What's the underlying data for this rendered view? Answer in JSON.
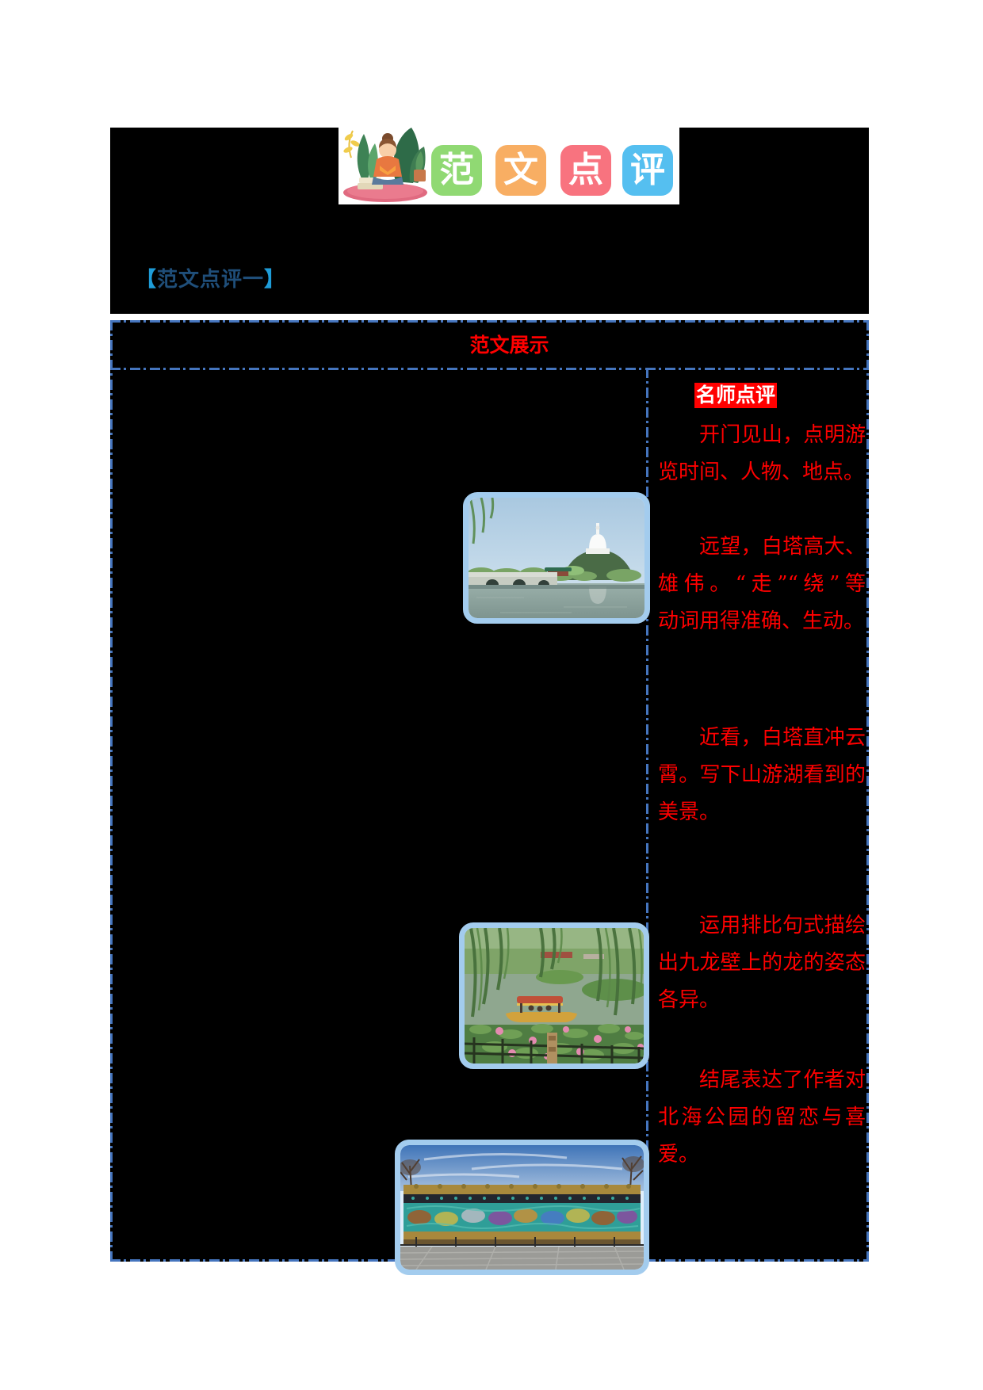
{
  "logo": {
    "illustration": "girl-reading-book-with-plants",
    "tiles": [
      {
        "char": "范",
        "color": "#90D973"
      },
      {
        "char": "文",
        "color": "#F8AE63"
      },
      {
        "char": "点",
        "color": "#F8737F"
      },
      {
        "char": "评",
        "color": "#55BFF0"
      }
    ]
  },
  "section_heading": {
    "open": "【",
    "label": "范文点评一",
    "close": "】"
  },
  "table": {
    "title": "范文展示",
    "photos": [
      {
        "name": "beihai-lake-white-pagoda-photo"
      },
      {
        "name": "lotus-pond-sightseeing-boat-photo"
      },
      {
        "name": "nine-dragon-wall-photo"
      }
    ],
    "commentary": {
      "badge": "名师点评",
      "paragraphs": [
        {
          "lines": [
            "开门见山，点明游",
            "览时间、人物、地点。"
          ]
        },
        {
          "lines": [
            "远望，白塔高大、",
            "雄伟。“走”“绕”等",
            "动词用得准确、生动。"
          ]
        },
        {
          "lines": [
            "近看，白塔直冲云",
            "霄。写下山游湖看到的",
            "美景。"
          ]
        },
        {
          "lines": [
            "运用排比句式描绘",
            "出九龙壁上的龙的姿态",
            "各异。"
          ]
        },
        {
          "lines": [
            "结尾表达了作者对",
            "北海公园的留恋与喜",
            "爱。"
          ]
        }
      ]
    }
  },
  "colors": {
    "accent_red": "#FF0000",
    "table_border_blue": "#4575BE",
    "photo_frame_blue": "#A3CCEE",
    "heading_bracket_blue": "#1E9CD8",
    "heading_text_blue": "#1F4E79"
  }
}
